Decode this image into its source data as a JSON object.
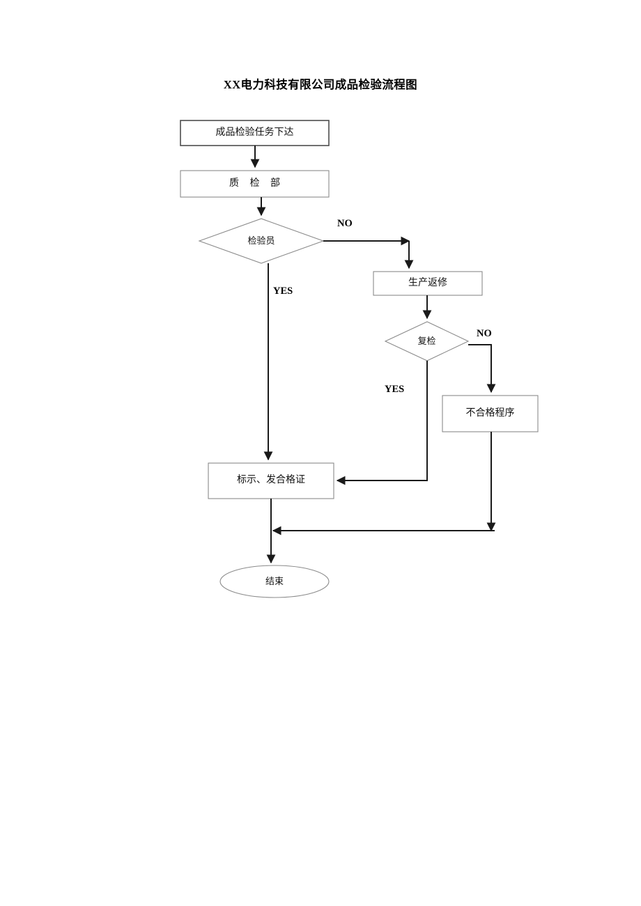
{
  "document": {
    "title": "XX电力科技有限公司成品检验流程图"
  },
  "flowchart": {
    "type": "flowchart",
    "orientation": "top-to-bottom",
    "nodes": [
      {
        "id": "start",
        "shape": "rectangle",
        "label": "成品检验任务下达"
      },
      {
        "id": "qc-dept",
        "shape": "rectangle",
        "label": "质 检 部"
      },
      {
        "id": "inspector",
        "shape": "diamond",
        "label": "检验员"
      },
      {
        "id": "rework",
        "shape": "rectangle",
        "label": "生产返修"
      },
      {
        "id": "recheck",
        "shape": "diamond",
        "label": "复检"
      },
      {
        "id": "nonconform",
        "shape": "rectangle",
        "label": "不合格程序"
      },
      {
        "id": "mark-cert",
        "shape": "rectangle",
        "label": "标示、发合格证"
      },
      {
        "id": "end",
        "shape": "ellipse",
        "label": "结束"
      }
    ],
    "edges": [
      {
        "from": "start",
        "to": "qc-dept",
        "label": ""
      },
      {
        "from": "qc-dept",
        "to": "inspector",
        "label": ""
      },
      {
        "from": "inspector",
        "to": "rework",
        "label": "NO"
      },
      {
        "from": "inspector",
        "to": "mark-cert",
        "label": "YES"
      },
      {
        "from": "rework",
        "to": "recheck",
        "label": ""
      },
      {
        "from": "recheck",
        "to": "nonconform",
        "label": "NO"
      },
      {
        "from": "recheck",
        "to": "mark-cert",
        "label": "YES"
      },
      {
        "from": "nonconform",
        "to": "end",
        "label": ""
      },
      {
        "from": "mark-cert",
        "to": "end",
        "label": ""
      }
    ],
    "edge_labels": {
      "inspector_no": "NO",
      "inspector_yes": "YES",
      "recheck_no": "NO",
      "recheck_yes": "YES"
    },
    "colors": {
      "page_background": "#ffffff",
      "node_fill": "#ffffff",
      "node_stroke": "#808080",
      "node_stroke_dark": "#4d4d4d",
      "connector_stroke": "#1a1a1a",
      "text": "#111111"
    }
  }
}
